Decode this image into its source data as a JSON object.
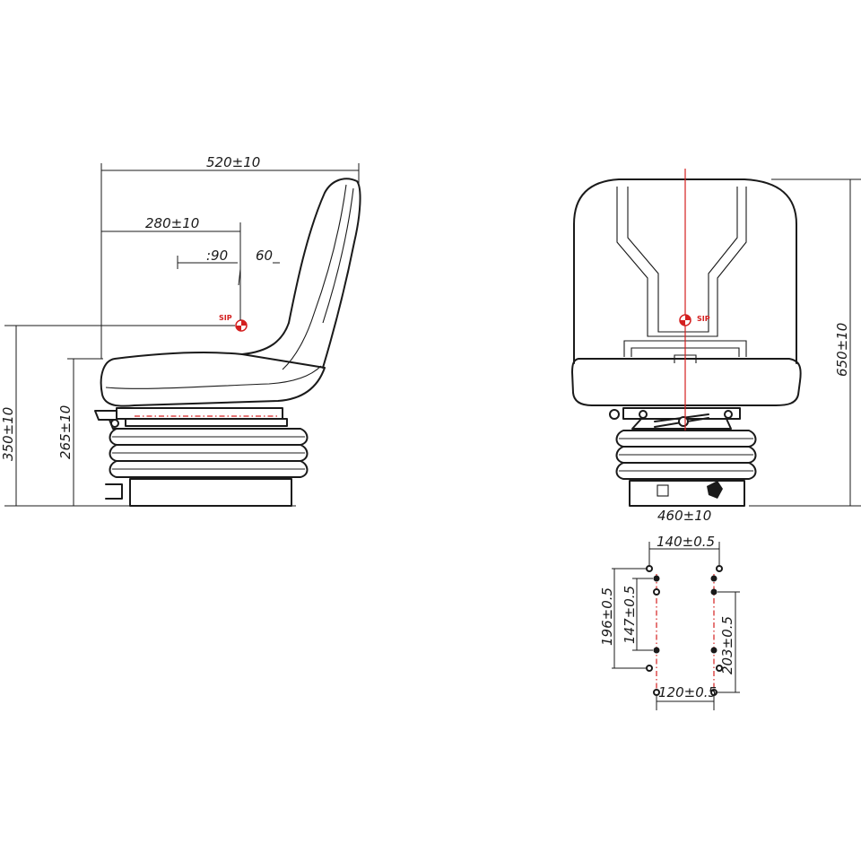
{
  "side_view": {
    "overall_depth": "520±10",
    "sip_depth": "280±10",
    "angle_seat": ":90",
    "angle_back": "60",
    "total_height": "350±10",
    "seat_height": "265±10",
    "sip_label": "SIP"
  },
  "front_view": {
    "overall_height": "650±10",
    "base_width": "460±10",
    "sip_label": "SIP"
  },
  "mounting_pattern": {
    "top_width": "140±0.5",
    "bottom_width": "120±0.5",
    "left_outer": "196±0.5",
    "left_inner": "147±0.5",
    "right": "203±0.5"
  },
  "colors": {
    "line": "#1a1a1a",
    "reference": "#d42020"
  }
}
